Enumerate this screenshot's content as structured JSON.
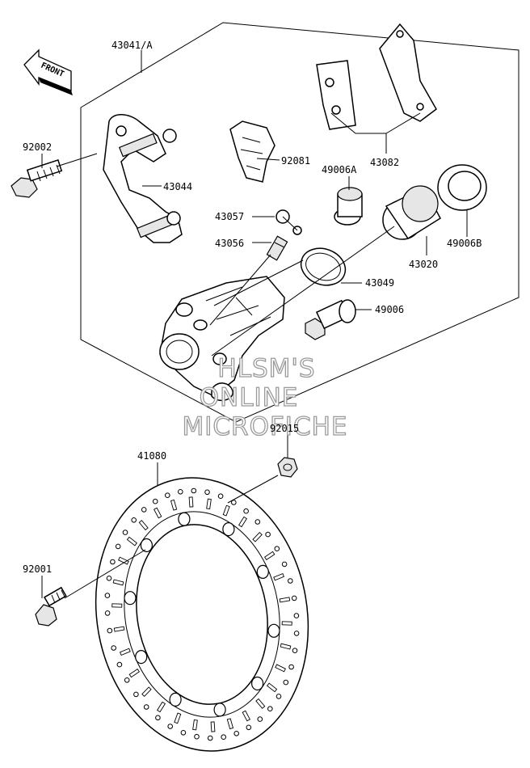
{
  "front_label": "FRONT",
  "parts": {
    "p43041": "43041/A",
    "p92002": "92002",
    "p43044": "43044",
    "p92081": "92081",
    "p43082": "43082",
    "p49006A": "49006A",
    "p49006B": "49006B",
    "p43057": "43057",
    "p43056": "43056",
    "p43020": "43020",
    "p43049": "43049",
    "p49006": "49006",
    "p92015": "92015",
    "p41080": "41080",
    "p92001": "92001"
  },
  "watermark": {
    "line1": "HLSM'S",
    "line2": "ONLINE",
    "line3": "MICROFICHE"
  }
}
